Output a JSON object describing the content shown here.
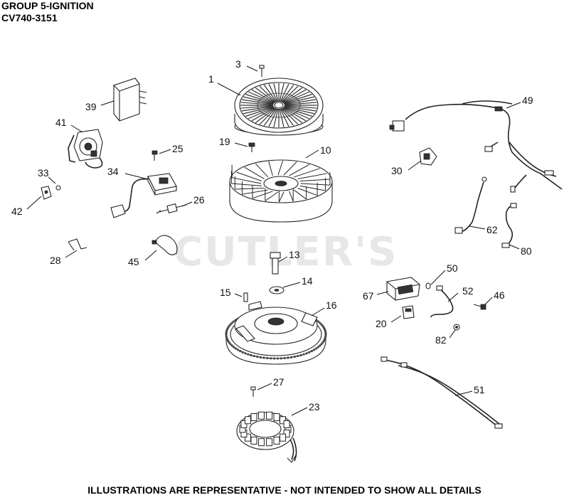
{
  "header": {
    "group": "GROUP 5-IGNITION",
    "model": "CV740-3151"
  },
  "watermark": "CUTLER'S",
  "footer": "ILLUSTRATIONS ARE REPRESENTATIVE - NOT INTENDED TO SHOW ALL DETAILS",
  "callouts": [
    {
      "id": "p1",
      "label": "1"
    },
    {
      "id": "p3",
      "label": "3"
    },
    {
      "id": "p10",
      "label": "10"
    },
    {
      "id": "p13",
      "label": "13"
    },
    {
      "id": "p14",
      "label": "14"
    },
    {
      "id": "p15",
      "label": "15"
    },
    {
      "id": "p16",
      "label": "16"
    },
    {
      "id": "p19",
      "label": "19"
    },
    {
      "id": "p20",
      "label": "20"
    },
    {
      "id": "p23",
      "label": "23"
    },
    {
      "id": "p25",
      "label": "25"
    },
    {
      "id": "p26",
      "label": "26"
    },
    {
      "id": "p27",
      "label": "27"
    },
    {
      "id": "p28",
      "label": "28"
    },
    {
      "id": "p30",
      "label": "30"
    },
    {
      "id": "p33",
      "label": "33"
    },
    {
      "id": "p34",
      "label": "34"
    },
    {
      "id": "p39",
      "label": "39"
    },
    {
      "id": "p41",
      "label": "41"
    },
    {
      "id": "p42",
      "label": "42"
    },
    {
      "id": "p45",
      "label": "45"
    },
    {
      "id": "p46",
      "label": "46"
    },
    {
      "id": "p49",
      "label": "49"
    },
    {
      "id": "p50",
      "label": "50"
    },
    {
      "id": "p51",
      "label": "51"
    },
    {
      "id": "p52",
      "label": "52"
    },
    {
      "id": "p62",
      "label": "62"
    },
    {
      "id": "p67",
      "label": "67"
    },
    {
      "id": "p80",
      "label": "80"
    },
    {
      "id": "p82",
      "label": "82"
    }
  ]
}
